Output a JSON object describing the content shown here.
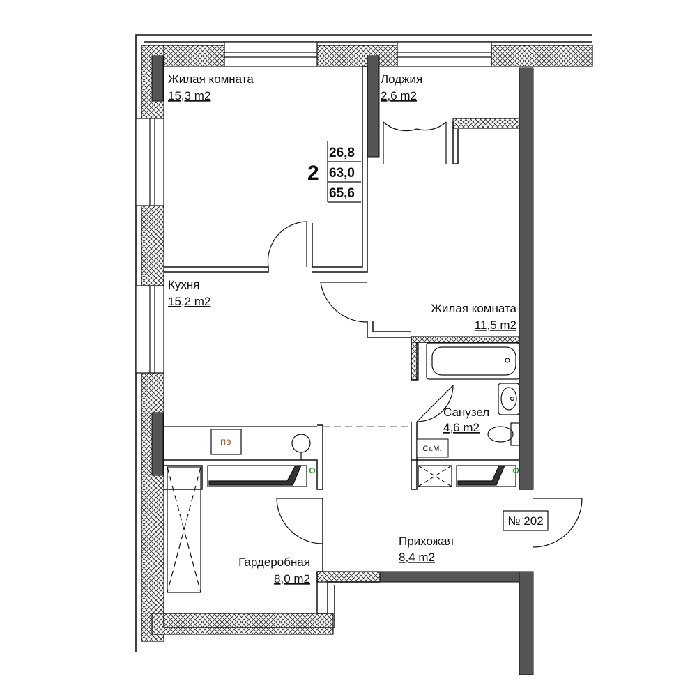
{
  "rooms_count": "2",
  "totals": {
    "living": "26,8",
    "total": "63,0",
    "total_with_loggia": "65,6"
  },
  "apartment_number": "№ 202",
  "rooms": {
    "living1": {
      "name": "Жилая комната",
      "area": "15,3 m2"
    },
    "loggia": {
      "name": "Лоджия",
      "area": "2,6 m2"
    },
    "kitchen": {
      "name": "Кухня",
      "area": "15,2 m2"
    },
    "living2": {
      "name": "Жилая комната",
      "area": "11,5 m2"
    },
    "bathroom": {
      "name": "Санузел",
      "area": "4,6 m2"
    },
    "hallway": {
      "name": "Прихожая",
      "area": "8,4 m2"
    },
    "wardrobe": {
      "name": "Гардеробная",
      "area": "8,0 m2"
    }
  },
  "fixtures": {
    "stove": "ПЭ",
    "washer": "Ст.М."
  },
  "colors": {
    "wall": "#555555",
    "line": "#111111",
    "hatch": "#333333",
    "vent": "#1a9a1a"
  }
}
